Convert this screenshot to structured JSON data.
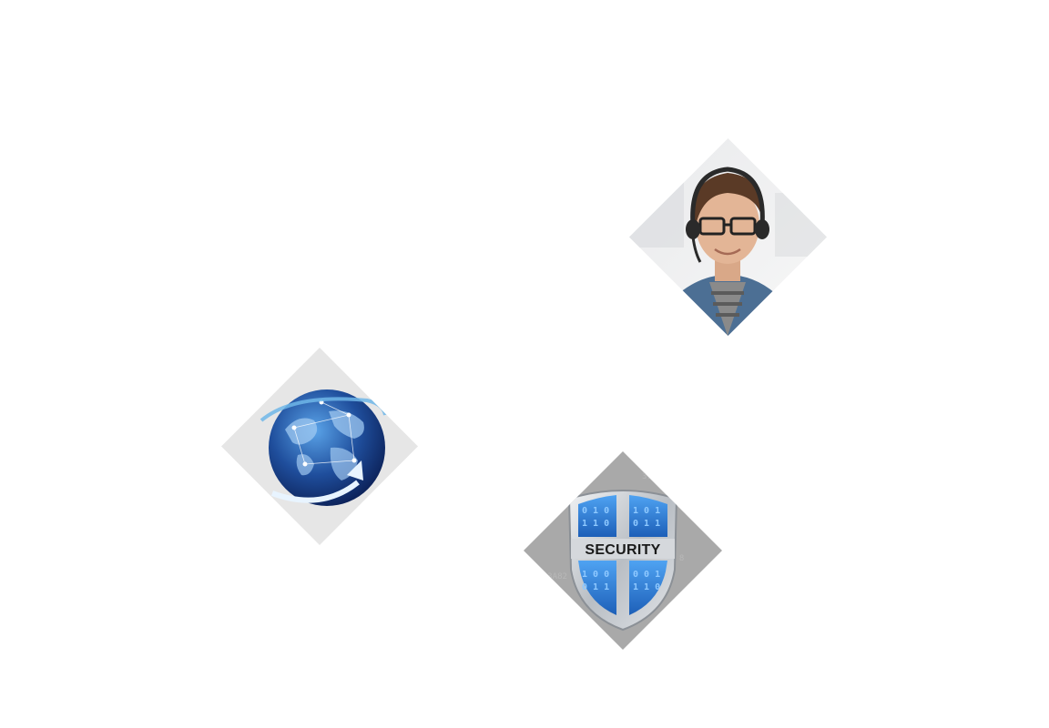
{
  "tiles": [
    {
      "id": "support",
      "icon": "customer-support-agent-image"
    },
    {
      "id": "globe",
      "icon": "global-network-globe-image"
    },
    {
      "id": "security",
      "icon": "security-shield-image",
      "label": "SECURITY"
    }
  ],
  "colors": {
    "background": "#ffffff",
    "globe_blue": "#1f4e9c",
    "shield_blue": "#2f86e0",
    "shield_silver": "#cfd3d8"
  }
}
